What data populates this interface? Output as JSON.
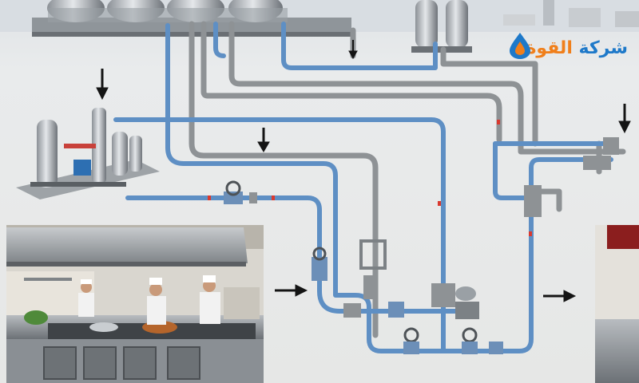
{
  "logo": {
    "name_part1": "شركة",
    "name_part2": "القوة",
    "colors": {
      "primary": "#1e79c9",
      "accent": "#f07f1b"
    },
    "icon": "flame-drop-icon"
  },
  "scene": {
    "elements": [
      "refinery-tank-farm",
      "gas-storage-cylinders",
      "gas-regulator-station",
      "blue-gas-pipeline-network",
      "grey-gas-pipeline-network",
      "pipeline-valves",
      "restaurant-kitchen-with-chefs",
      "flow-direction-arrows"
    ],
    "colors": {
      "gas_pipe": "#5e8fc4",
      "steel_pipe": "#8e9295",
      "arrow": "#141414",
      "valve_marker": "#d9392f"
    }
  }
}
